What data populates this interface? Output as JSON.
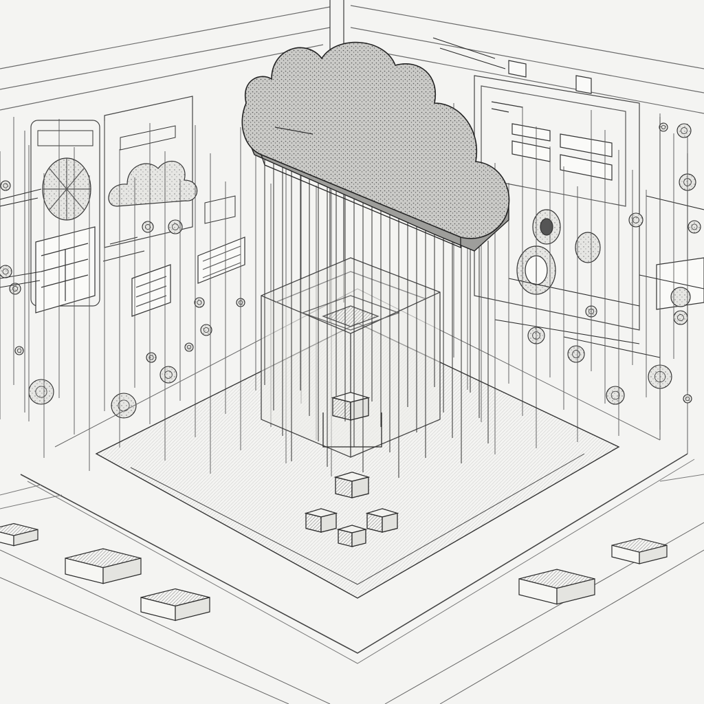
{
  "scene": {
    "style": "pen-and-ink isometric sketch",
    "palette": {
      "background": "#f4f4f2",
      "ink": "#2a2a2a",
      "light_ink": "#777777",
      "cloud_fill": "#c9c9c6",
      "panel_fill": "#fafaf8",
      "cube_fill": "#e2e2de"
    }
  },
  "elements": {
    "cloud": "cloud-icon",
    "left_wall_widgets": [
      "pie-chart-icon",
      "cloud-icon",
      "window-icon",
      "monitor-icon",
      "window-icon"
    ],
    "right_wall_widgets": [
      "window-icon",
      "dial-icon",
      "gear-icon",
      "lock-icon"
    ],
    "center_structure": "server-cube-icon",
    "small_cubes": 5,
    "floor_boxes": 5
  }
}
